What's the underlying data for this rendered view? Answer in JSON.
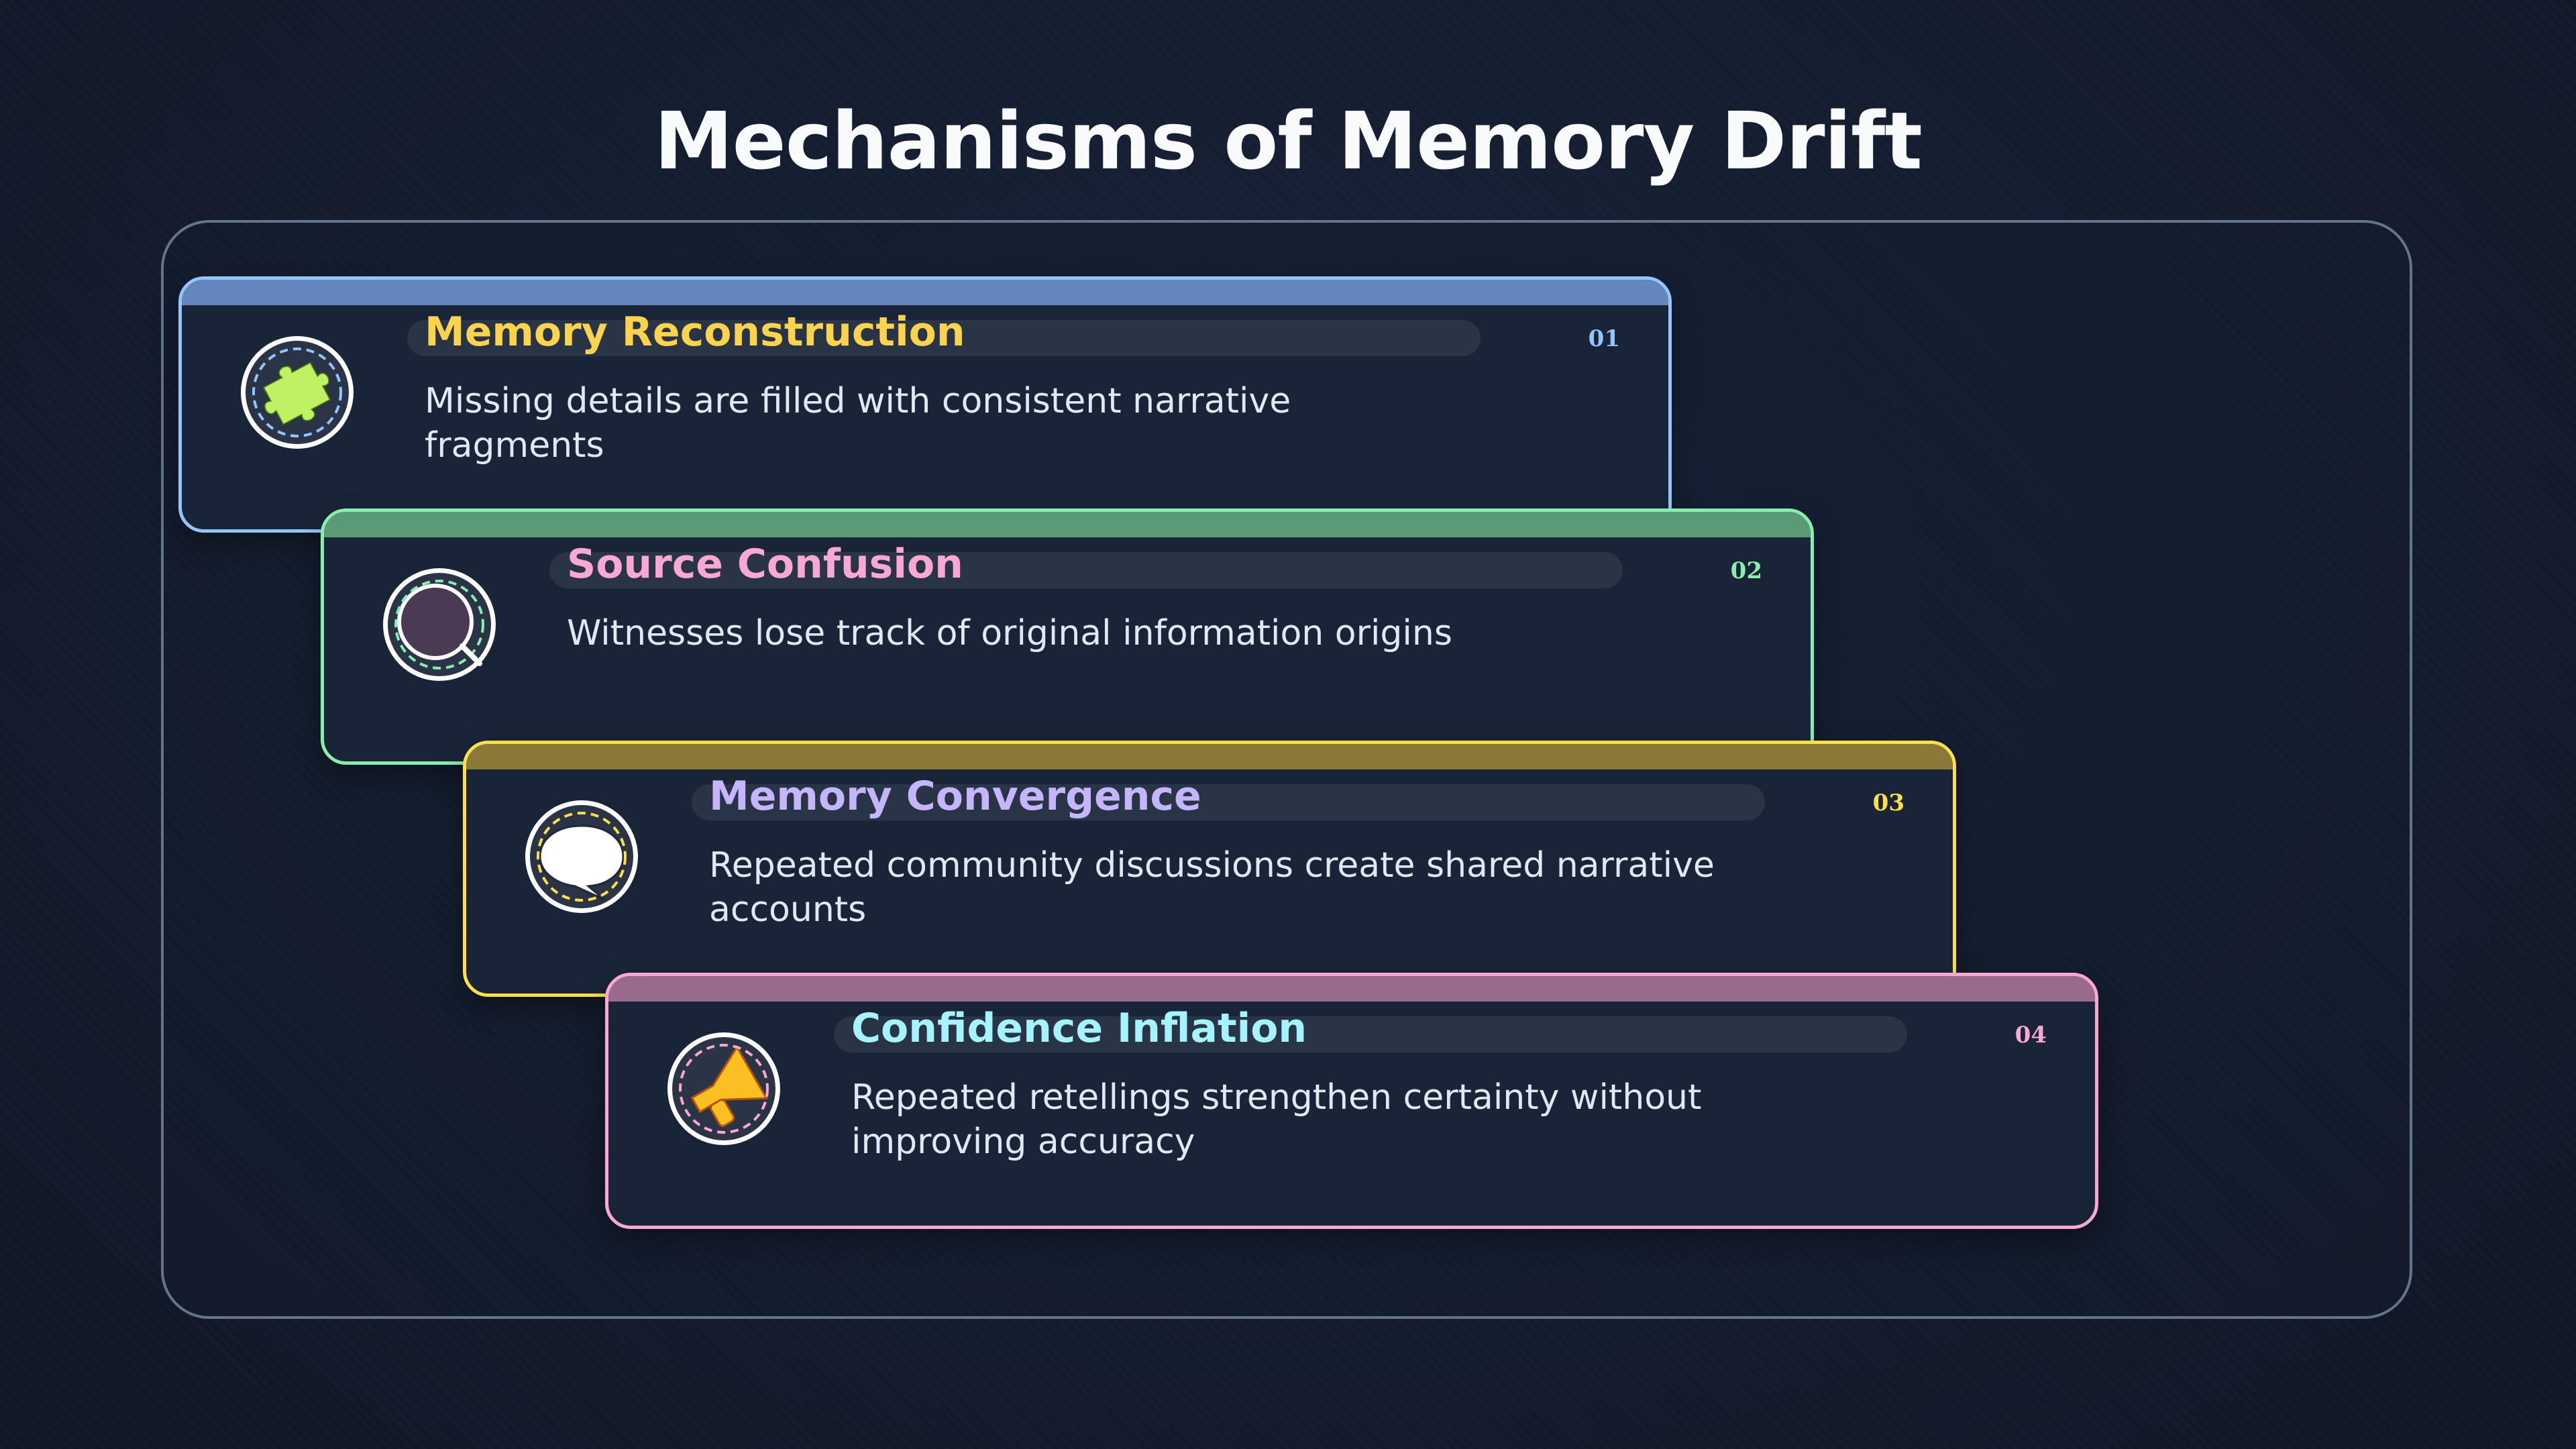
{
  "title": "Mechanisms of Memory Drift",
  "cards": [
    {
      "number": "01",
      "title": "Memory Reconstruction",
      "description": "Missing details are filled with consistent narrative fragments",
      "icon": "puzzle-icon",
      "border_color": "#93c5fd",
      "bar_color": "#6486bd",
      "title_color": "#fcd34d",
      "number_color": "#93c5fd"
    },
    {
      "number": "02",
      "title": "Source Confusion",
      "description": "Witnesses lose track of original information origins",
      "icon": "magnifier-icon",
      "border_color": "#86efac",
      "bar_color": "#5a9a76",
      "title_color": "#f9a8d4",
      "number_color": "#86efac"
    },
    {
      "number": "03",
      "title": "Memory Convergence",
      "description": "Repeated community discussions create shared narrative accounts",
      "icon": "speech-bubble-icon",
      "border_color": "#fde047",
      "bar_color": "#8a7a3a",
      "title_color": "#c4b5fd",
      "number_color": "#fde047"
    },
    {
      "number": "04",
      "title": "Confidence Inflation",
      "description": "Repeated retellings strengthen certainty without improving accuracy",
      "icon": "megaphone-icon",
      "border_color": "#f9a8d4",
      "bar_color": "#9a6a8c",
      "title_color": "#a5f3fc",
      "number_color": "#f9a8d4"
    }
  ]
}
